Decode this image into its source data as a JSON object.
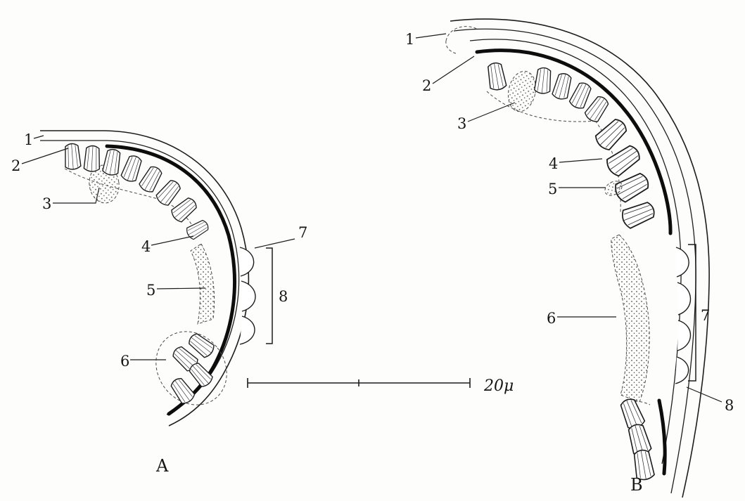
{
  "diagram": {
    "figures": [
      {
        "id": "A",
        "caption": "A",
        "labels": [
          "1",
          "2",
          "3",
          "4",
          "5",
          "6",
          "7",
          "8"
        ]
      },
      {
        "id": "B",
        "caption": "B",
        "labels": [
          "1",
          "2",
          "3",
          "4",
          "5",
          "6",
          "7",
          "8"
        ]
      }
    ],
    "scale_bar": {
      "label": "20μ"
    }
  }
}
